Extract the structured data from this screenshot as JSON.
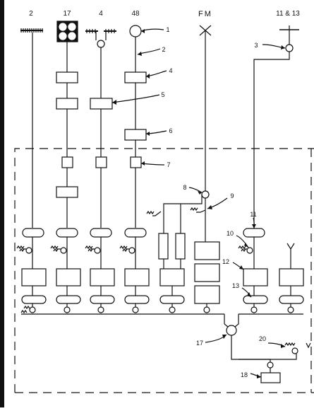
{
  "channel_labels": [
    "2",
    "17",
    "4",
    "48",
    "FM",
    "11 & 13"
  ],
  "callouts": [
    "1",
    "2",
    "3",
    "4",
    "5",
    "6",
    "7",
    "8",
    "9",
    "10",
    "11",
    "12",
    "13",
    "17",
    "18",
    "20"
  ]
}
